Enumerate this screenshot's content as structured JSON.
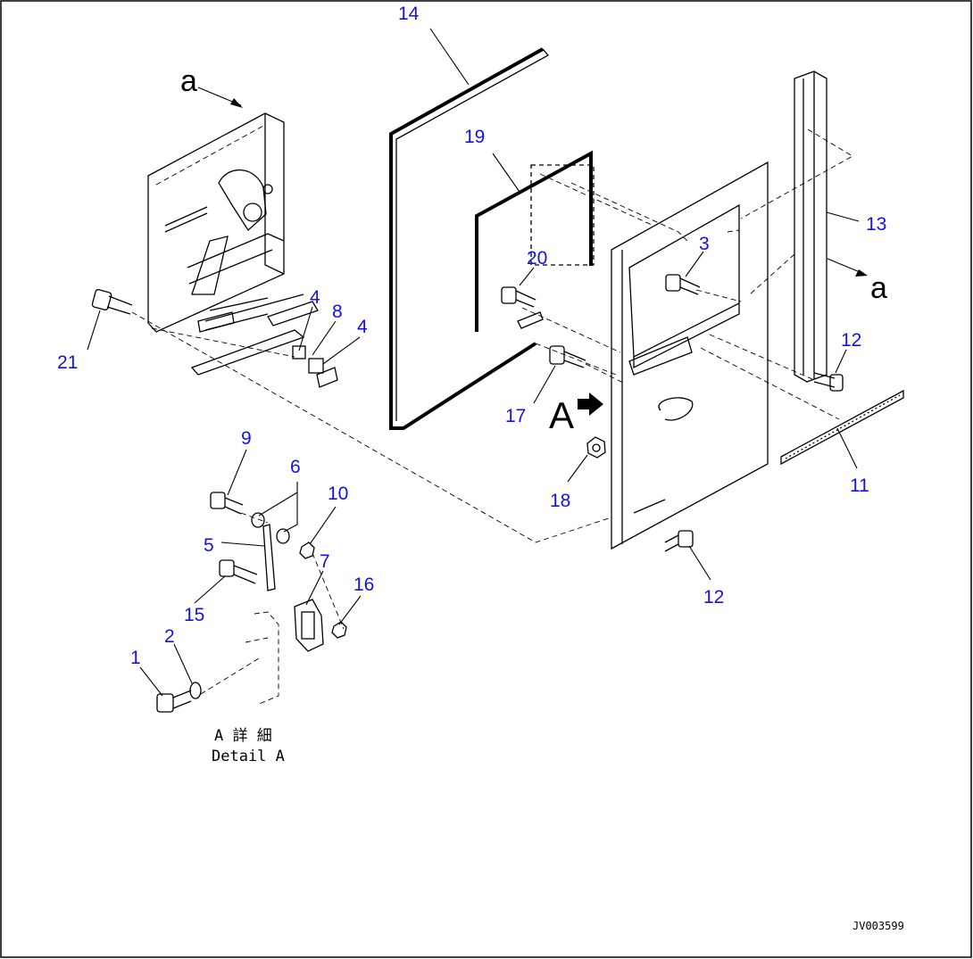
{
  "callouts": {
    "c14": "14",
    "c19": "19",
    "c20": "20",
    "c3": "3",
    "c13": "13",
    "c21": "21",
    "c4a": "4",
    "c8": "8",
    "c4b": "4",
    "c12a": "12",
    "c17": "17",
    "c18": "18",
    "c11": "11",
    "c12b": "12",
    "c9": "9",
    "c6": "6",
    "c10": "10",
    "c5": "5",
    "c7": "7",
    "c15": "15",
    "c16": "16",
    "c1": "1",
    "c2": "2"
  },
  "view_markers": {
    "a_left": "a",
    "a_right": "a",
    "A_arrow": "A"
  },
  "detail_label": {
    "jp": "A 詳 細",
    "en": "Detail A"
  },
  "drawing_code": "JV003599",
  "colors": {
    "callout": "#1414d2",
    "line": "#000000",
    "background": "#ffffff"
  }
}
